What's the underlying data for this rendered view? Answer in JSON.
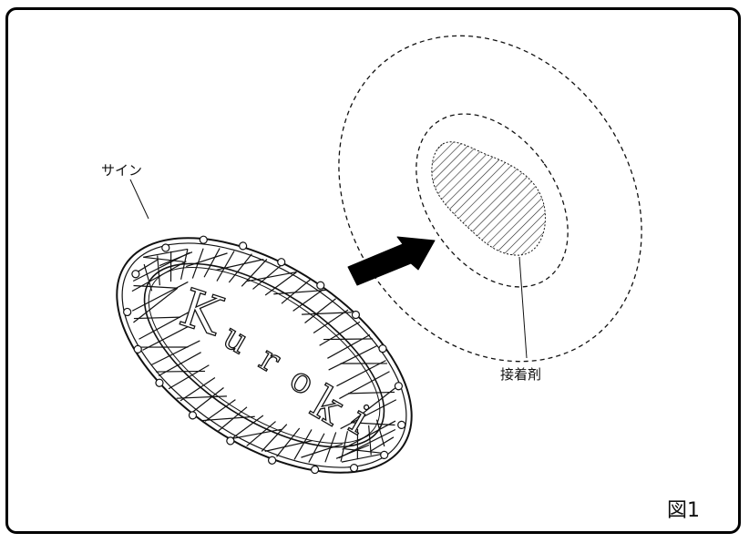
{
  "figure": {
    "labels": {
      "sign": "サイン",
      "adhesive": "接着剤",
      "figure_number": "図1"
    },
    "sign_text": [
      "K",
      "u",
      "r",
      "o",
      "k",
      "i"
    ]
  }
}
